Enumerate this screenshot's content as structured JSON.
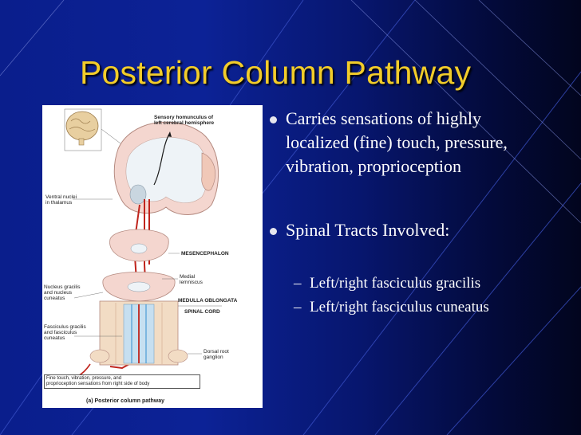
{
  "slide": {
    "title": "Posterior Column Pathway",
    "bullets": [
      {
        "lines": [
          "Carries sensations of highly",
          "localized (fine) touch, pressure,",
          "vibration, proprioception"
        ]
      },
      {
        "lines": [
          "Spinal Tracts Involved:"
        ]
      }
    ],
    "sub_bullets": [
      "Left/right fasciculus gracilis",
      "Left/right fasciculus cuneatus"
    ],
    "bullet_char": "–"
  },
  "figure": {
    "labels": {
      "homunculus": [
        "Sensory homunculus of",
        "left cerebral hemisphere"
      ],
      "ventral_nuclei": [
        "Ventral nuclei",
        "in thalamus"
      ],
      "mesencephalon": "MESENCEPHALON",
      "medial_lemniscus": [
        "Medial",
        "lemniscus"
      ],
      "nucleus_gracilis": [
        "Nucleus gracilis",
        "and nucleus",
        "cuneatus"
      ],
      "medulla": "MEDULLA OBLONGATA",
      "spinal_cord": "SPINAL CORD",
      "fasciculus": [
        "Fasciculus gracilis",
        "and fasciculus",
        "cuneatus"
      ],
      "dorsal_root": [
        "Dorsal root",
        "ganglion"
      ]
    },
    "caption_box": [
      "Fine touch, vibration, pressure, and",
      "proprioception sensations from right side of body"
    ],
    "panel_caption": "(a) Posterior column pathway"
  },
  "colors": {
    "title": "#f2cc2a",
    "background": "#0c2296",
    "pathway_red": "#c0241c",
    "cortex_pink": "#f4d6cf",
    "white_matter": "#eef3f7"
  }
}
